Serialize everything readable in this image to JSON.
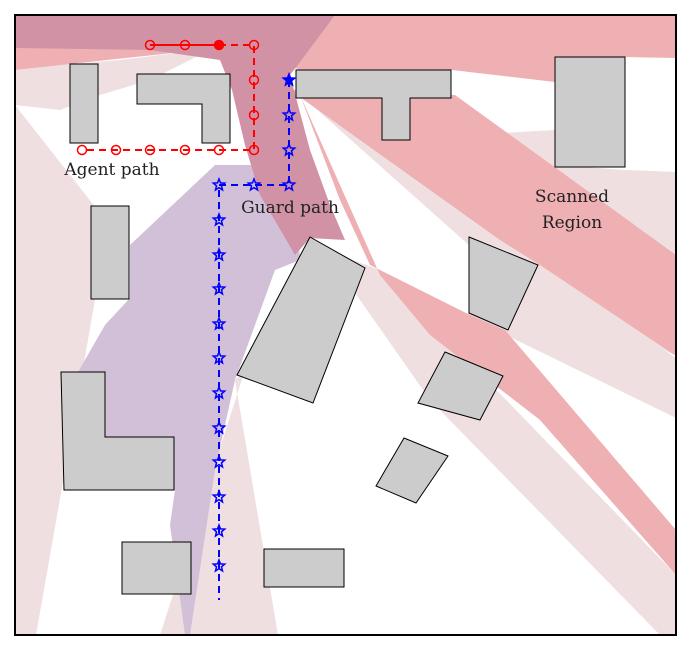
{
  "labels": {
    "agent_path": "Agent path",
    "guard_path": "Guard path",
    "scanned_region_line1": "Scanned",
    "scanned_region_line2": "Region"
  },
  "colors": {
    "agent": "#ff0000",
    "guard": "#0000ff",
    "obstacle_fill": "#cccccc",
    "obstacle_stroke": "#000000",
    "scan_light": "#efdfe0",
    "scan_strong": "#efb0b3",
    "scan_overlap": "#d192a6",
    "guard_view": "#d2c0d9",
    "border": "#000000"
  },
  "icons": {
    "agent_marker": "circle-marker-icon",
    "guard_marker": "star-marker-icon"
  }
}
